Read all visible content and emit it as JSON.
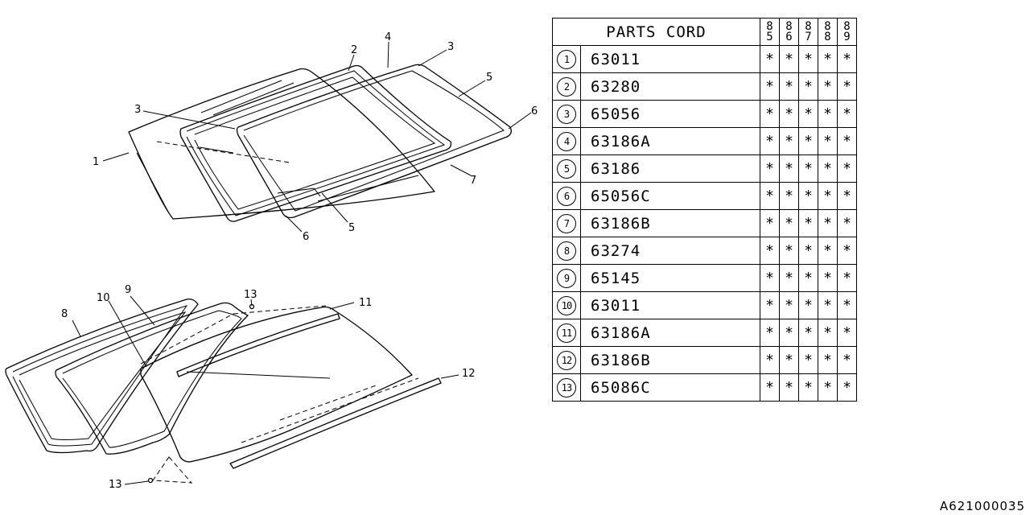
{
  "table": {
    "header": "PARTS CORD",
    "years": [
      [
        "8",
        "5"
      ],
      [
        "8",
        "6"
      ],
      [
        "8",
        "7"
      ],
      [
        "8",
        "8"
      ],
      [
        "8",
        "9"
      ]
    ],
    "rows": [
      {
        "num": "1",
        "code": "63011",
        "marks": [
          "*",
          "*",
          "*",
          "*",
          "*"
        ]
      },
      {
        "num": "2",
        "code": "63280",
        "marks": [
          "*",
          "*",
          "*",
          "*",
          "*"
        ]
      },
      {
        "num": "3",
        "code": "65056",
        "marks": [
          "*",
          "*",
          "*",
          "*",
          "*"
        ]
      },
      {
        "num": "4",
        "code": "63186A",
        "marks": [
          "*",
          "*",
          "*",
          "*",
          "*"
        ]
      },
      {
        "num": "5",
        "code": "63186",
        "marks": [
          "*",
          "*",
          "*",
          "*",
          "*"
        ]
      },
      {
        "num": "6",
        "code": "65056C",
        "marks": [
          "*",
          "*",
          "*",
          "*",
          "*"
        ]
      },
      {
        "num": "7",
        "code": "63186B",
        "marks": [
          "*",
          "*",
          "*",
          "*",
          "*"
        ]
      },
      {
        "num": "8",
        "code": "63274",
        "marks": [
          "*",
          "*",
          "*",
          "*",
          "*"
        ]
      },
      {
        "num": "9",
        "code": "65145",
        "marks": [
          "*",
          "*",
          "*",
          "*",
          "*"
        ]
      },
      {
        "num": "10",
        "code": "63011",
        "marks": [
          "*",
          "*",
          "*",
          "*",
          "*"
        ]
      },
      {
        "num": "11",
        "code": "63186A",
        "marks": [
          "*",
          "*",
          "*",
          "*",
          "*"
        ]
      },
      {
        "num": "12",
        "code": "63186B",
        "marks": [
          "*",
          "*",
          "*",
          "*",
          "*"
        ]
      },
      {
        "num": "13",
        "code": "65086C",
        "marks": [
          "*",
          "*",
          "*",
          "*",
          "*"
        ]
      }
    ]
  },
  "callouts": {
    "top": [
      "1",
      "2",
      "3",
      "3",
      "4",
      "5",
      "5",
      "6",
      "6",
      "7"
    ],
    "bottom": [
      "8",
      "9",
      "10",
      "11",
      "12",
      "13",
      "13"
    ]
  },
  "doc_id": "A621000035"
}
